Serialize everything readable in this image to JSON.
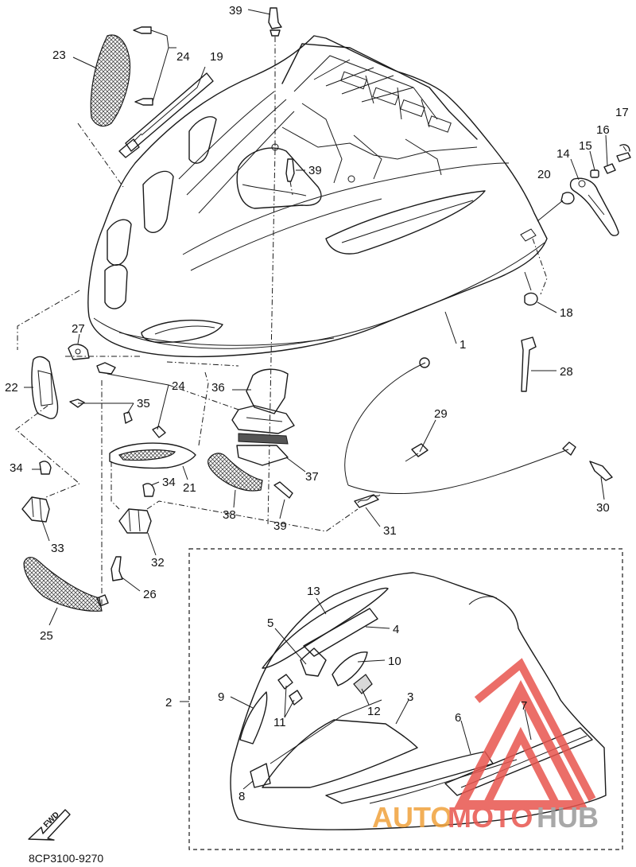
{
  "diagram_code": "8CP3100-9270",
  "fwd_label": "FWD",
  "watermark": {
    "brand_left": "AUTO",
    "brand_mid": "MOTO",
    "brand_right": "HUB",
    "color_red": "#e8554e",
    "color_orange": "#f0a23c",
    "color_grey": "#9a9a9a"
  },
  "callouts": [
    {
      "id": "c39a",
      "label": "39"
    },
    {
      "id": "c24a",
      "label": "24"
    },
    {
      "id": "c23",
      "label": "23"
    },
    {
      "id": "c19",
      "label": "19"
    },
    {
      "id": "c39b",
      "label": "39"
    },
    {
      "id": "c17",
      "label": "17"
    },
    {
      "id": "c16",
      "label": "16"
    },
    {
      "id": "c15",
      "label": "15"
    },
    {
      "id": "c14",
      "label": "14"
    },
    {
      "id": "c20",
      "label": "20"
    },
    {
      "id": "c18",
      "label": "18"
    },
    {
      "id": "c1",
      "label": "1"
    },
    {
      "id": "c27",
      "label": "27"
    },
    {
      "id": "c22",
      "label": "22"
    },
    {
      "id": "c24b",
      "label": "24"
    },
    {
      "id": "c36",
      "label": "36"
    },
    {
      "id": "c28",
      "label": "28"
    },
    {
      "id": "c35",
      "label": "35"
    },
    {
      "id": "c29",
      "label": "29"
    },
    {
      "id": "c34a",
      "label": "34"
    },
    {
      "id": "c34b",
      "label": "34"
    },
    {
      "id": "c21",
      "label": "21"
    },
    {
      "id": "c37",
      "label": "37"
    },
    {
      "id": "c30",
      "label": "30"
    },
    {
      "id": "c33",
      "label": "33"
    },
    {
      "id": "c38",
      "label": "38"
    },
    {
      "id": "c39c",
      "label": "39"
    },
    {
      "id": "c31",
      "label": "31"
    },
    {
      "id": "c32",
      "label": "32"
    },
    {
      "id": "c26",
      "label": "26"
    },
    {
      "id": "c25",
      "label": "25"
    },
    {
      "id": "c13",
      "label": "13"
    },
    {
      "id": "c5",
      "label": "5"
    },
    {
      "id": "c4",
      "label": "4"
    },
    {
      "id": "c10",
      "label": "10"
    },
    {
      "id": "c2",
      "label": "2"
    },
    {
      "id": "c9",
      "label": "9"
    },
    {
      "id": "c12",
      "label": "12"
    },
    {
      "id": "c3",
      "label": "3"
    },
    {
      "id": "c11",
      "label": "11"
    },
    {
      "id": "c6",
      "label": "6"
    },
    {
      "id": "c7",
      "label": "7"
    },
    {
      "id": "c8",
      "label": "8"
    }
  ]
}
